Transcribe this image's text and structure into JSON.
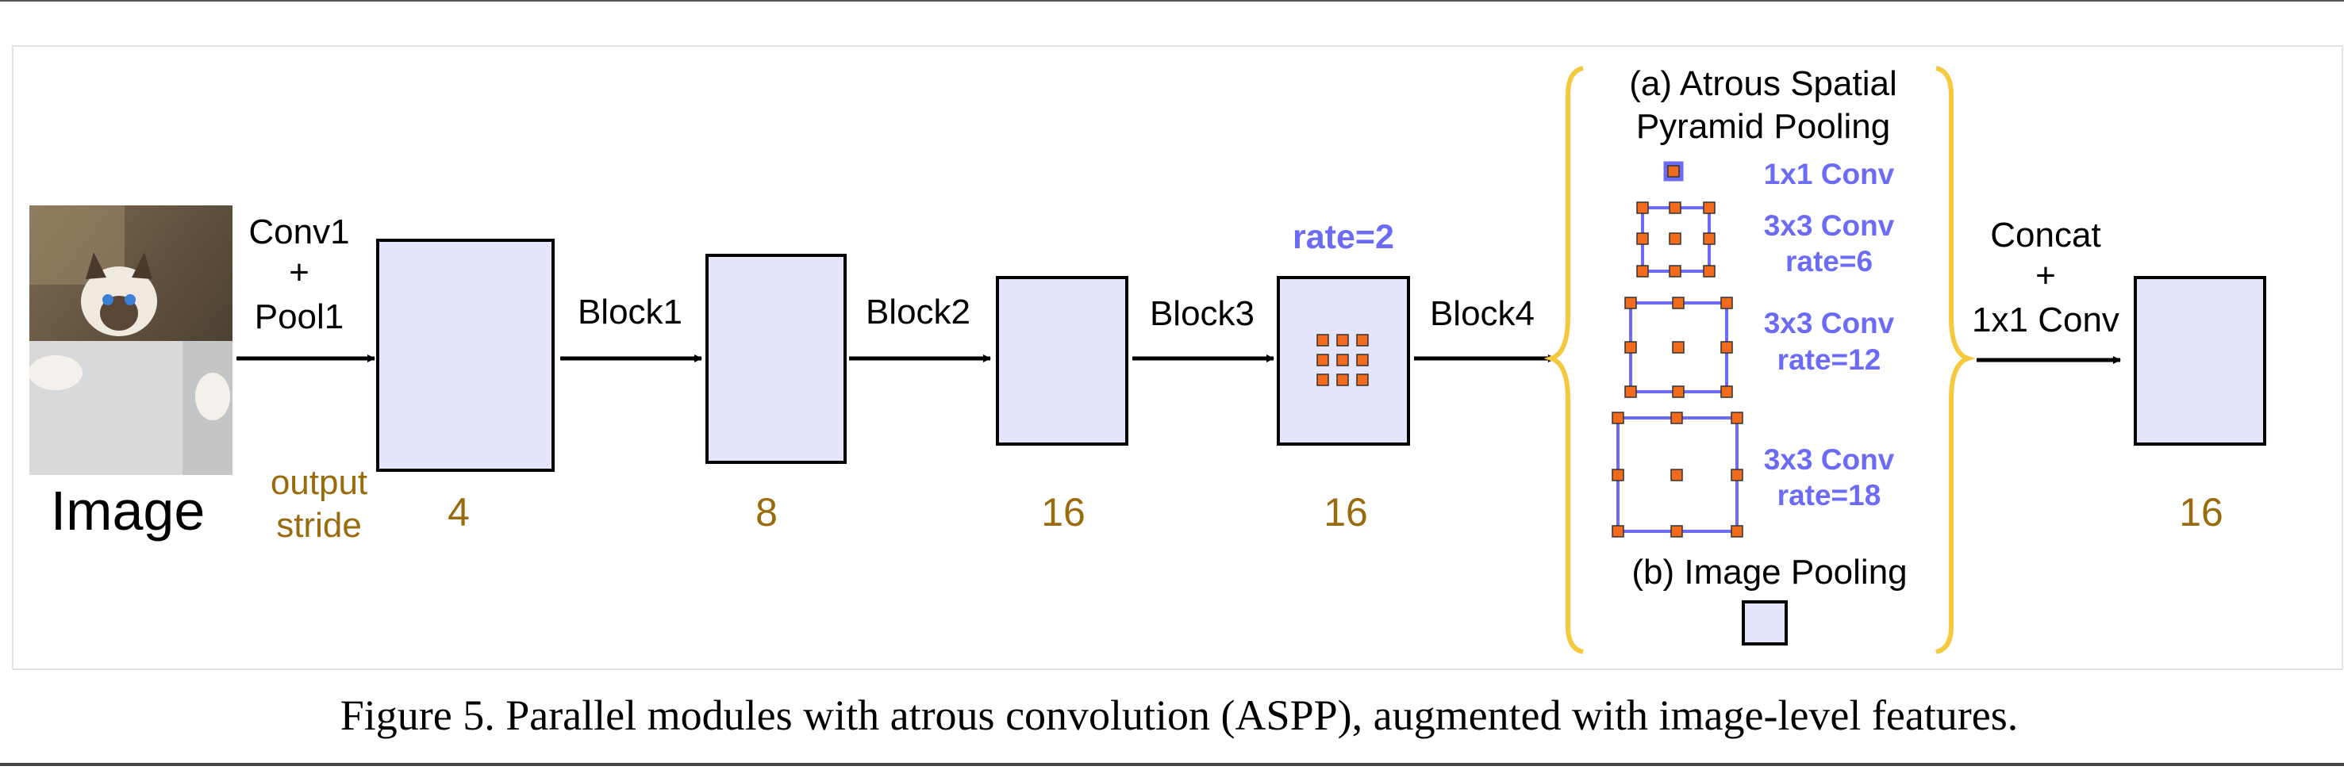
{
  "diagram": {
    "image_label": "Image",
    "output_stride_label": [
      "output",
      "stride"
    ],
    "stem_label": [
      "Conv1",
      "+",
      "Pool1"
    ],
    "blocks": [
      {
        "arrow_label": "Block1",
        "stride": "4"
      },
      {
        "arrow_label": "Block2",
        "stride": "8"
      },
      {
        "arrow_label": "Block3",
        "stride": "16"
      },
      {
        "arrow_label": "Block4",
        "stride": "16"
      }
    ],
    "first_stride": "4",
    "block3_stride": "16",
    "rate_label": "rate=2",
    "aspp": {
      "title": [
        "(a) Atrous Spatial",
        "Pyramid Pooling"
      ],
      "branches": [
        {
          "label": [
            "1x1 Conv"
          ]
        },
        {
          "label": [
            "3x3 Conv",
            "rate=6"
          ]
        },
        {
          "label": [
            "3x3 Conv",
            "rate=12"
          ]
        },
        {
          "label": [
            "3x3 Conv",
            "rate=18"
          ]
        }
      ],
      "pooling_label": "(b) Image Pooling"
    },
    "concat_label": [
      "Concat",
      "+",
      "1x1 Conv"
    ],
    "output_stride": "16"
  },
  "caption": "Figure 5. Parallel modules with atrous convolution (ASPP), augmented with image-level features.",
  "colors": {
    "box_fill": "#e4e4fb",
    "kernel_blue": "#6b6bf5",
    "kernel_orange": "#f26a1b",
    "stride_brown": "#9a6b0d",
    "brace_yellow": "#f5c93e"
  }
}
